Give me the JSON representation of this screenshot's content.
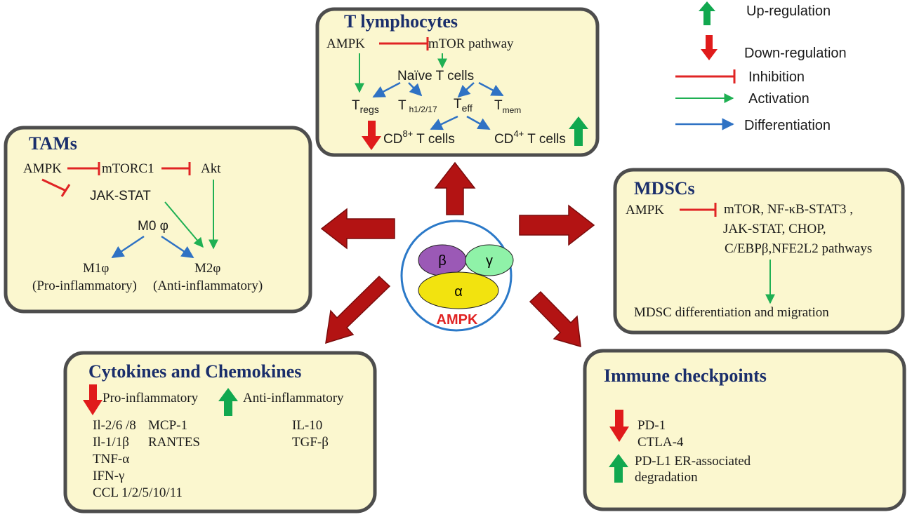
{
  "legend": {
    "up": "Up-regulation",
    "down": "Down-regulation",
    "inhibition": "Inhibition",
    "activation": "Activation",
    "differentiation": "Differentiation"
  },
  "colors": {
    "box_fill": "#fbf7cf",
    "heading": "#1a2e6b",
    "up_arrow": "#11a84f",
    "down_arrow": "#e01b1b",
    "inhibition": "#e02424",
    "activation": "#1fb053",
    "differentiation": "#2f72c4",
    "big_arrow": "#b31313"
  },
  "center": {
    "beta": "β",
    "gamma": "γ",
    "alpha": "α",
    "label": "AMPK"
  },
  "t_lymphocytes": {
    "title": "T lymphocytes",
    "ampk": "AMPK",
    "mtor": "mTOR pathway",
    "naive": "Naïve T cells",
    "tregs_base": "T",
    "tregs_sub": "regs",
    "th_base": "T",
    "th_sub": "h1/2/17",
    "teff_base": "T",
    "teff_sub": "eff",
    "tmem_base": "T",
    "tmem_sub": "mem",
    "cd8_a": "CD",
    "cd8_sup": "8+",
    "cd8_b": "T cells",
    "cd4_a": "CD",
    "cd4_sup": "4+",
    "cd4_b": "T cells"
  },
  "tams": {
    "title": "TAMs",
    "ampk": "AMPK",
    "mtorc1": "mTORC1",
    "akt": "Akt",
    "jakstat": "JAK-STAT",
    "m0": "M0 φ",
    "m1": "M1φ",
    "m1_desc": "(Pro-inflammatory)",
    "m2": "M2φ",
    "m2_desc": "(Anti-inflammatory)"
  },
  "mdscs": {
    "title": "MDSCs",
    "ampk": "AMPK",
    "line1": "mTOR, NF-κB-STAT3 ,",
    "line2": "JAK-STAT, CHOP,",
    "line3": "C/EBPβ,NFE2L2 pathways",
    "result": "MDSC differentiation and migration"
  },
  "cytokines": {
    "title": "Cytokines and Chemokines",
    "pro": "Pro-inflammatory",
    "anti": "Anti-inflammatory",
    "pro_col1": [
      "Il-2/6 /8",
      "Il-1/1β",
      "TNF-α",
      "IFN-γ",
      "CCL 1/2/5/10/11"
    ],
    "pro_col2": [
      "MCP-1",
      "RANTES"
    ],
    "anti_col": [
      "IL-10",
      "TGF-β"
    ]
  },
  "checkpoints": {
    "title": "Immune checkpoints",
    "down1": "PD-1",
    "down2": "CTLA-4",
    "up1": "PD-L1 ER-associated",
    "up2": "degradation"
  }
}
